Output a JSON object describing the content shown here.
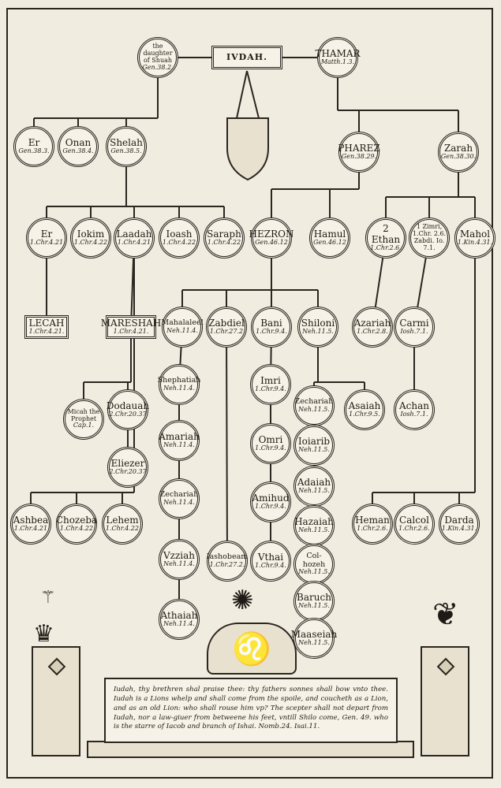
{
  "root": {
    "name": "IVDAH."
  },
  "spouses": [
    {
      "id": "daughter",
      "name": "the daughter of Shuah",
      "ref": "Gen.38.2."
    },
    {
      "id": "thamar",
      "name": "THAMAR",
      "ref": "Matth.1.3."
    }
  ],
  "level1": [
    {
      "name": "Er",
      "ref": "Gen.38.3."
    },
    {
      "name": "Onan",
      "ref": "Gen.38.4."
    },
    {
      "name": "Shelah",
      "ref": "Gen.38.5."
    },
    {
      "name": "PHAREZ",
      "ref": "Gen.38.29."
    },
    {
      "name": "Zarah",
      "ref": "Gen.38.30."
    }
  ],
  "shelah_sons": [
    {
      "name": "Er",
      "ref": "1.Chr.4.21"
    },
    {
      "name": "Iokim",
      "ref": "1.Chr.4.22"
    },
    {
      "name": "Laadah",
      "ref": "1.Chr.4.21"
    },
    {
      "name": "Ioash",
      "ref": "1.Chr.4.22"
    },
    {
      "name": "Saraph",
      "ref": "1.Chr.4.22"
    }
  ],
  "pharez_sons": [
    {
      "name": "HEZRON",
      "ref": "Gen.46.12"
    },
    {
      "name": "Hamul",
      "ref": "Gen.46.12"
    }
  ],
  "zarah_sons": [
    {
      "name": "2 Ethan",
      "ref": "1.Chr.2.6."
    },
    {
      "name": "1 Zimri, 1.Chr. 2.6. Zabdi. Io. 7.1.",
      "ref": ""
    },
    {
      "name": "Mahol",
      "ref": "1.Kin.4.31."
    }
  ],
  "lecah": {
    "name": "LECAH",
    "ref": "1.Chr.4.21."
  },
  "mareshah": {
    "name": "MARESHAH",
    "ref": "1.Chr.4.21."
  },
  "hezron_line": [
    {
      "name": "Mahalaleel",
      "ref": "Neh.11.4."
    },
    {
      "name": "Zabdiel",
      "ref": "1.Chr.27.2"
    },
    {
      "name": "Bani",
      "ref": "1.Chr.9.4."
    },
    {
      "name": "Shiloni",
      "ref": "Neh.11.5."
    }
  ],
  "col_mahalaleel": [
    {
      "name": "Shephatiah",
      "ref": "Neh.11.4."
    },
    {
      "name": "Amariah",
      "ref": "Neh.11.4."
    },
    {
      "name": "Zechariah",
      "ref": "Neh.11.4."
    },
    {
      "name": "Vzziah",
      "ref": "Neh.11.4."
    },
    {
      "name": "Athaiah",
      "ref": "Neh.11.4."
    }
  ],
  "col_bani": [
    {
      "name": "Imri",
      "ref": "1.Chr.9.4."
    },
    {
      "name": "Omri",
      "ref": "1.Chr.9.4."
    },
    {
      "name": "Amihud",
      "ref": "1.Chr.9.4."
    },
    {
      "name": "Vthai",
      "ref": "1.Chr.9.4."
    }
  ],
  "iashobeam": {
    "name": "Iashobeam",
    "ref": "1.Chr.27.2."
  },
  "shiloni_sons": [
    {
      "name": "Zechariah",
      "ref": "Neh.11.5."
    },
    {
      "name": "Asaiah",
      "ref": "1.Chr.9.5."
    }
  ],
  "col_shiloni": [
    {
      "name": "Ioiarib",
      "ref": "Neh.11.5."
    },
    {
      "name": "Adaiah",
      "ref": "Neh.11.5."
    },
    {
      "name": "Hazaiah",
      "ref": "Neh.11.5."
    },
    {
      "name": "Col-hozeh",
      "ref": "Neh.11.5."
    },
    {
      "name": "Baruch",
      "ref": "Neh.11.5."
    },
    {
      "name": "Maaseiah",
      "ref": "Neh.11.5."
    }
  ],
  "mareshah_sons": [
    {
      "name": "Micah the Prophet",
      "ref": "Cap.1."
    },
    {
      "name": "Dodauah",
      "ref": "2.Chr.20.37"
    },
    {
      "name": "Eliezer",
      "ref": "2.Chr.20.37"
    }
  ],
  "laadah_sons": [
    {
      "name": "Ashbea",
      "ref": "1.Chr.4.21"
    },
    {
      "name": "Chozeba",
      "ref": "1.Chr.4.22"
    },
    {
      "name": "Lehem",
      "ref": "1.Chr.4.22"
    }
  ],
  "ethan_line": [
    {
      "name": "Azariah",
      "ref": "1.Chr.2.8."
    },
    {
      "name": "Heman",
      "ref": "1.Chr.2.6."
    }
  ],
  "zimri_line": [
    {
      "name": "Carmi",
      "ref": "Iosh.7.1."
    },
    {
      "name": "Achan",
      "ref": "Iosh.7.1."
    },
    {
      "name": "Calcol",
      "ref": "1.Chr.2.6."
    }
  ],
  "mahol_line": [
    {
      "name": "Darda",
      "ref": "1.Kin.4.31."
    }
  ],
  "verse": "Iudah, thy brethren shal praise thee: thy fathers sonnes shall bow vnto thee. Iudah is a Lions whelp and shall come from the spoile, and coucheth as a Lion, and as an old Lion: who shall rouse him vp? The scepter shall not depart from Iudah, nor a law-giuer from betweene his feet, vntill Shilo come, Gen. 49. who is the starre of Iacob and branch of Ishai. Nomb.24. Isai.11.",
  "colors": {
    "paper": "#f1ece0",
    "ink": "#2a2620"
  }
}
